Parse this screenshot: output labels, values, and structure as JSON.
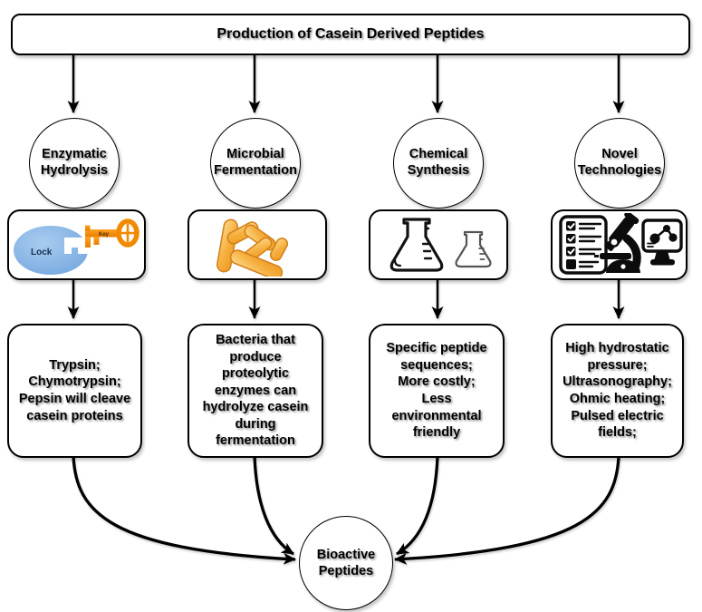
{
  "title": "Production of Casein Derived Peptides",
  "branches": [
    {
      "label": "Enzymatic\nHydrolysis",
      "description": "Trypsin;\nChymotrypsin;\nPepsin will cleave\ncasein proteins",
      "icon": "lock-and-key-icon",
      "icon_labels": {
        "lock": "Lock",
        "key": "Key"
      }
    },
    {
      "label": "Microbial\nFermentation",
      "description": "Bacteria that\nproduce proteolytic\nenzymes can\nhydrolyze casein\nduring fermentation",
      "icon": "bacteria-cluster-icon"
    },
    {
      "label": "Chemical\nSynthesis",
      "description": "Specific peptide\nsequences;\nMore costly;\nLess environmental\nfriendly",
      "icon": "erlenmeyer-flasks-icon"
    },
    {
      "label": "Novel\nTechnologies",
      "description": "High hydrostatic\npressure;\nUltrasonography;\nOhmic heating;\nPulsed electric\nfields;",
      "icon": "checklist-microscope-monitor-icon"
    }
  ],
  "outcome": {
    "label": "Bioactive\nPeptides"
  },
  "colors": {
    "line": "#000000",
    "background": "#FFFFFF",
    "key_orange": "#F18A00",
    "lock_blue": "#7FAFE3",
    "bacteria_gold": "#F2A93B"
  }
}
